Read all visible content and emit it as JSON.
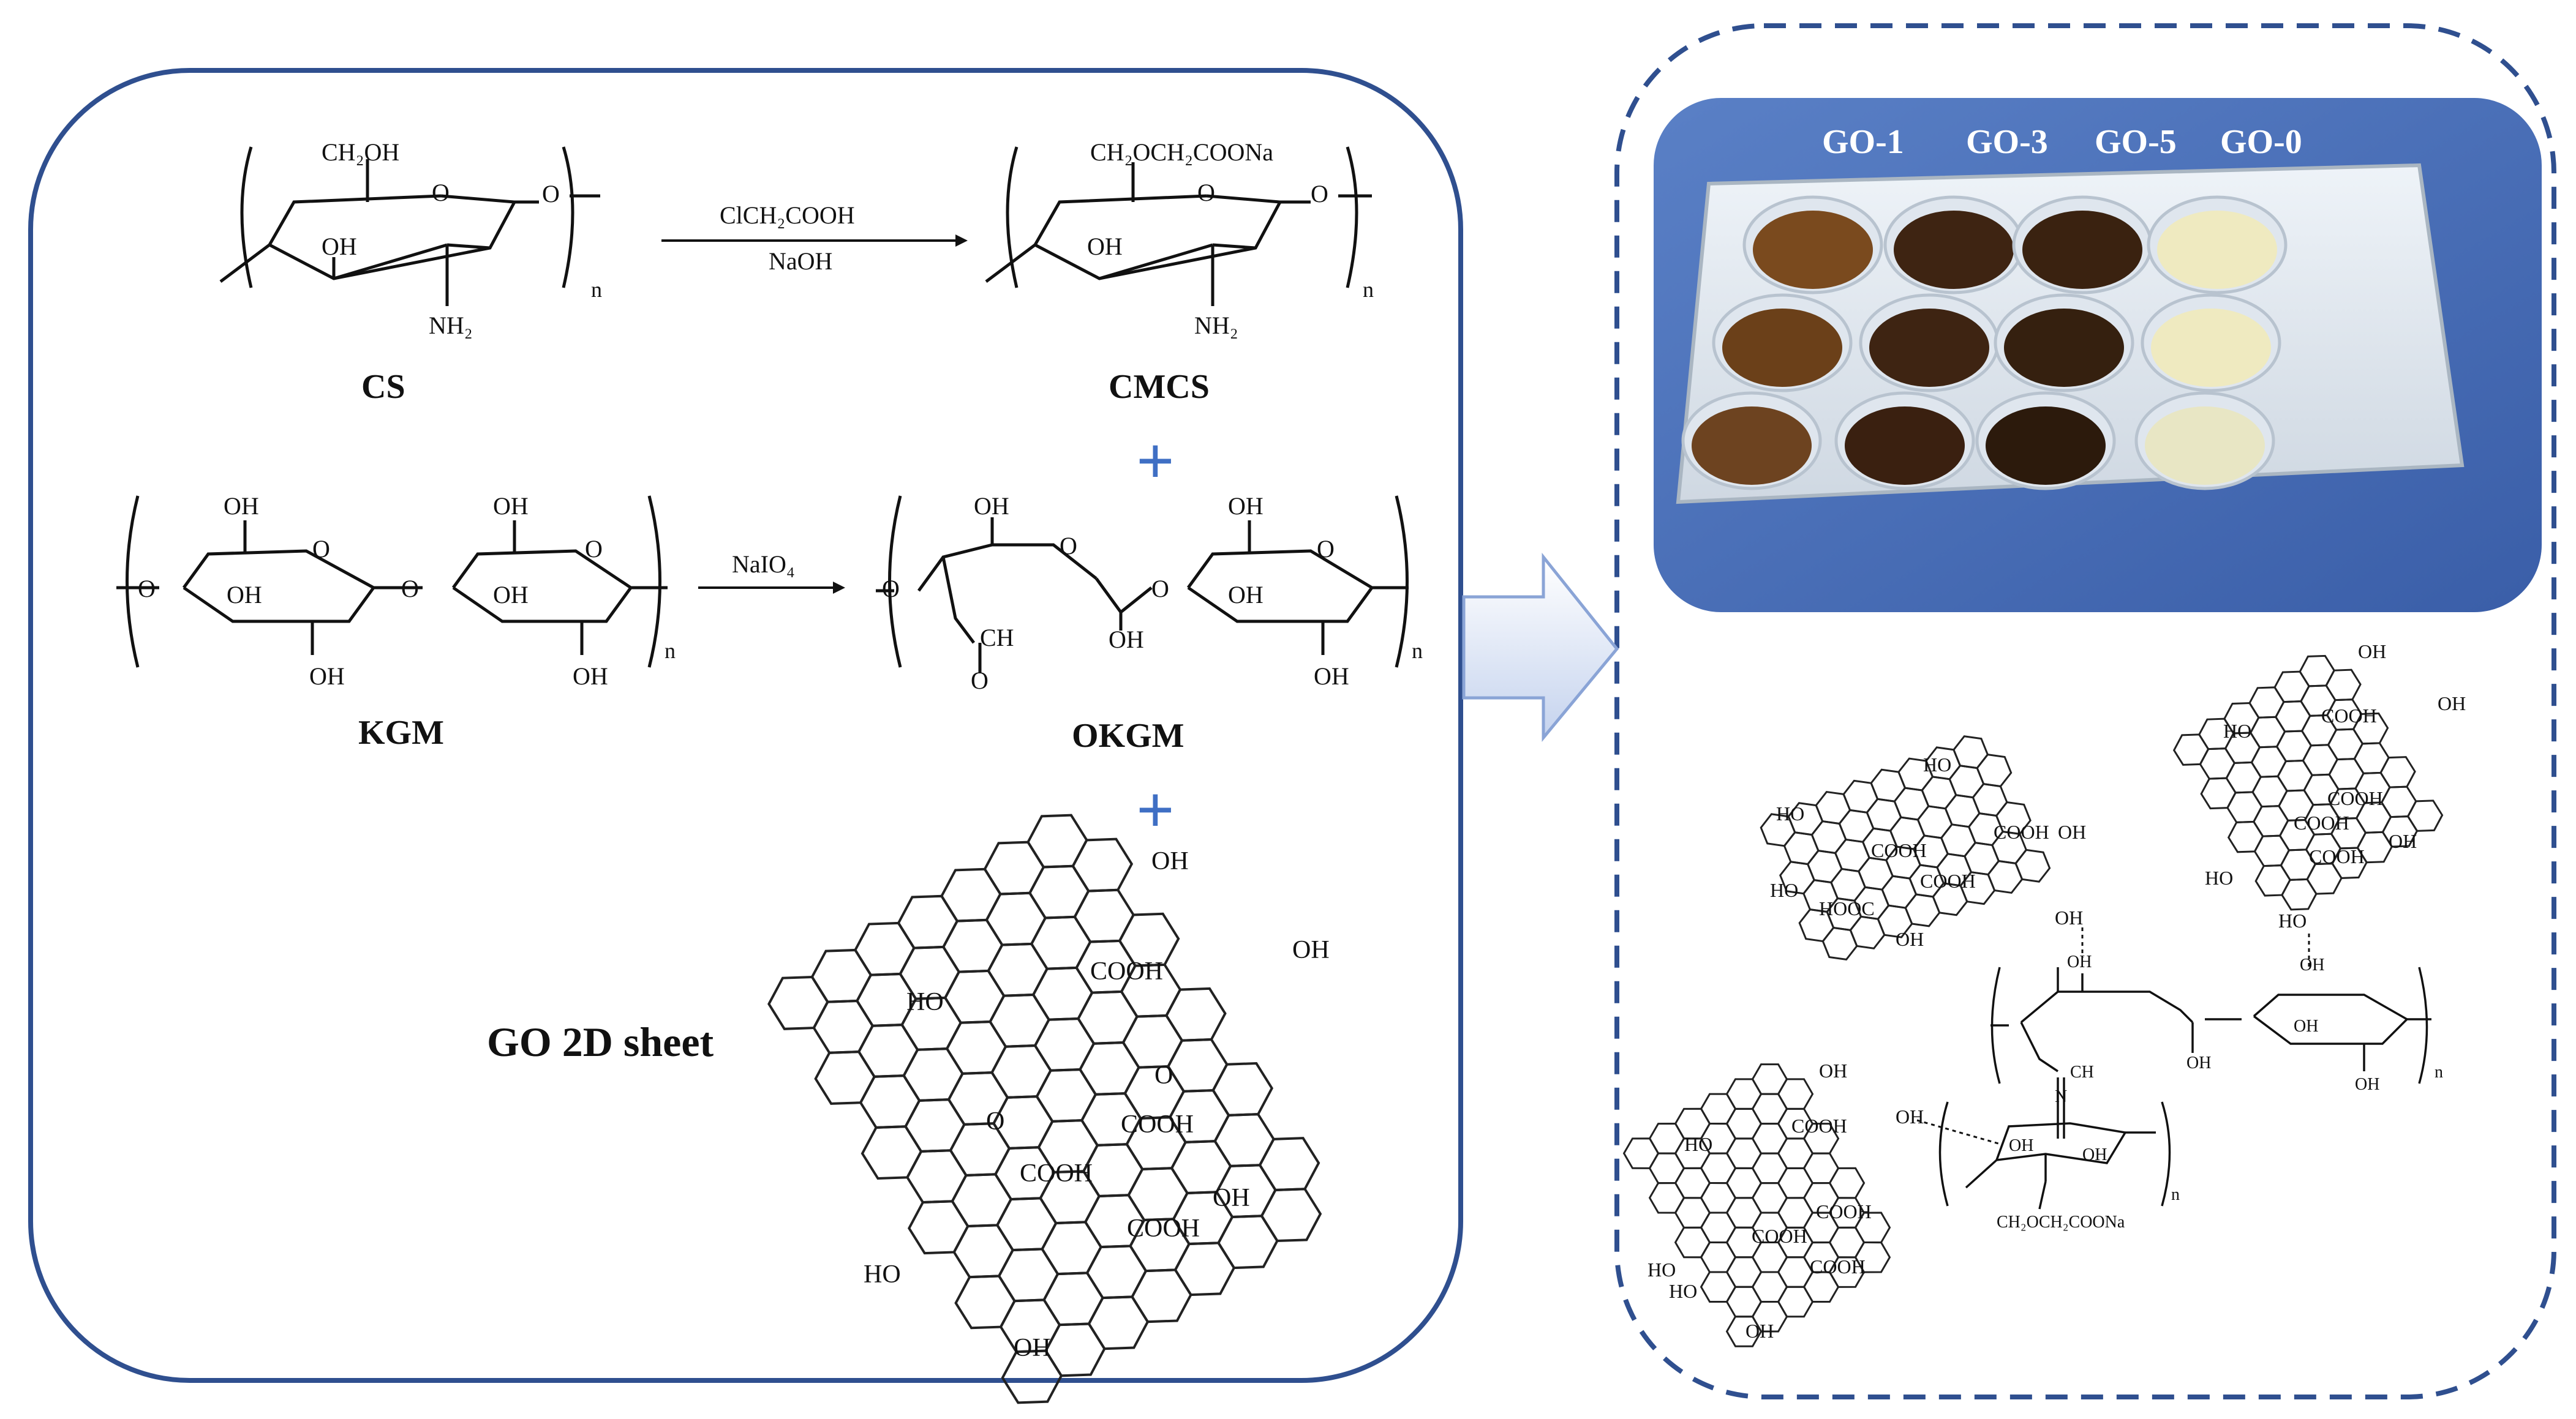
{
  "colors": {
    "frame": "#2f4f8f",
    "plus": "#3f6fc4",
    "arrow_fill_top": "#ffffff",
    "arrow_fill_bottom": "#c5d3ee",
    "plate_bg": "#4a6fb5",
    "well_dark": "#4a2810",
    "well_orange": "#a0521a",
    "well_clear": "#f1efc2"
  },
  "reaction1": {
    "reagent": "ClCH₂COOH",
    "condition": "NaOH",
    "reactant": "CS",
    "product": "CMCS",
    "cs_sub_top": "CH₂OH",
    "cs_oh": "OH",
    "cs_nh2": "NH₂",
    "cmcs_sub_top": "CH₂OCH₂COONa",
    "ring_o": "O",
    "n": "n"
  },
  "reaction2": {
    "reagent": "NaIO₄",
    "reactant": "KGM",
    "product": "OKGM",
    "oh": "OH",
    "ch": "CH",
    "o": "O",
    "n": "n"
  },
  "go": {
    "label": "GO 2D sheet",
    "oh": "OH",
    "ho": "HO",
    "cooh": "COOH",
    "hooc": "HOOC",
    "o": "O"
  },
  "plus": "+",
  "photo": {
    "labels": [
      "GO-1",
      "GO-3",
      "GO-5",
      "GO-0"
    ]
  },
  "network": {
    "ch": "CH",
    "n_atom": "N",
    "cmcs_sub": "CH₂OCH₂COONa",
    "oh": "OH",
    "n": "n"
  }
}
